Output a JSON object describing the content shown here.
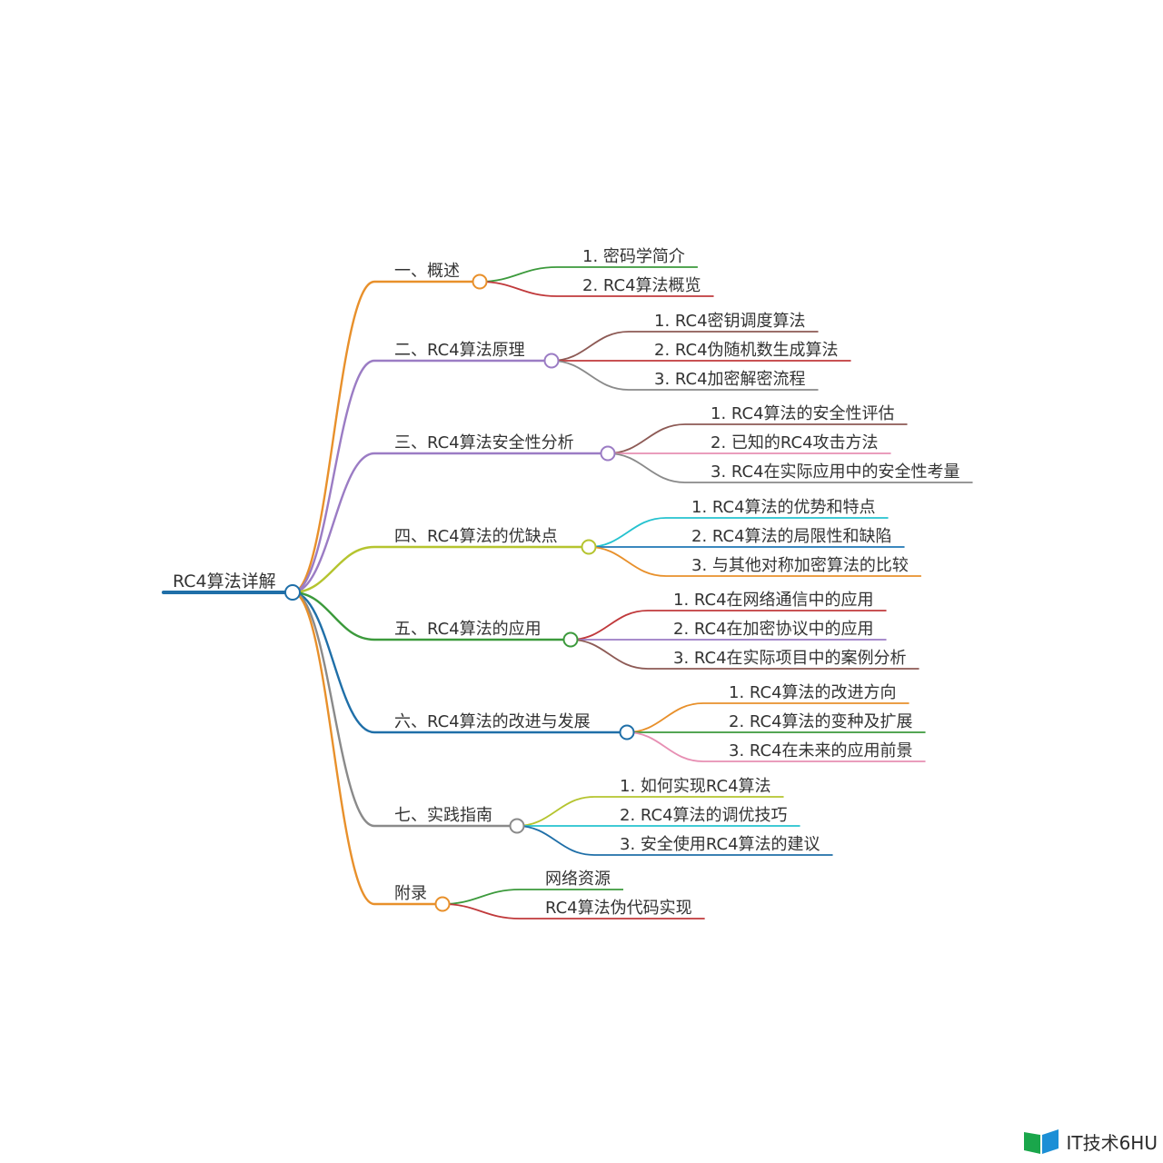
{
  "mindmap": {
    "root": {
      "label": "RC4算法详解",
      "color": "#1f6fa8"
    },
    "branches": [
      {
        "label": "一、概述",
        "color": "#e8902b",
        "children": [
          {
            "label": "1. 密码学简介",
            "color": "#3c9a3c"
          },
          {
            "label": "2. RC4算法概览",
            "color": "#c0393b"
          }
        ]
      },
      {
        "label": "二、RC4算法原理",
        "color": "#9b7cc4",
        "children": [
          {
            "label": "1. RC4密钥调度算法",
            "color": "#8d5a55"
          },
          {
            "label": "2. RC4伪随机数生成算法",
            "color": "#c0393b"
          },
          {
            "label": "3. RC4加密解密流程",
            "color": "#8a8a8a"
          }
        ]
      },
      {
        "label": "三、RC4算法安全性分析",
        "color": "#9b7cc4",
        "children": [
          {
            "label": "1. RC4算法的安全性评估",
            "color": "#8d5a55"
          },
          {
            "label": "2. 已知的RC4攻击方法",
            "color": "#e78fb3"
          },
          {
            "label": "3. RC4在实际应用中的安全性考量",
            "color": "#8a8a8a"
          }
        ]
      },
      {
        "label": "四、RC4算法的优缺点",
        "color": "#b5c42f",
        "children": [
          {
            "label": "1. RC4算法的优势和特点",
            "color": "#25c2cf"
          },
          {
            "label": "2. RC4算法的局限性和缺陷",
            "color": "#1f77b4"
          },
          {
            "label": "3. 与其他对称加密算法的比较",
            "color": "#e8902b"
          }
        ]
      },
      {
        "label": "五、RC4算法的应用",
        "color": "#3c9a3c",
        "children": [
          {
            "label": "1. RC4在网络通信中的应用",
            "color": "#c0393b"
          },
          {
            "label": "2. RC4在加密协议中的应用",
            "color": "#9b7cc4"
          },
          {
            "label": "3. RC4在实际项目中的案例分析",
            "color": "#8d5a55"
          }
        ]
      },
      {
        "label": "六、RC4算法的改进与发展",
        "color": "#1f6fa8",
        "children": [
          {
            "label": "1. RC4算法的改进方向",
            "color": "#e8902b"
          },
          {
            "label": "2. RC4算法的变种及扩展",
            "color": "#3c9a3c"
          },
          {
            "label": "3. RC4在未来的应用前景",
            "color": "#e78fb3"
          }
        ]
      },
      {
        "label": "七、实践指南",
        "color": "#8a8a8a",
        "children": [
          {
            "label": "1. 如何实现RC4算法",
            "color": "#b5c42f"
          },
          {
            "label": "2. RC4算法的调优技巧",
            "color": "#25c2cf"
          },
          {
            "label": "3. 安全使用RC4算法的建议",
            "color": "#1f6fa8"
          }
        ]
      },
      {
        "label": "附录",
        "color": "#e8902b",
        "children": [
          {
            "label": "网络资源",
            "color": "#3c9a3c"
          },
          {
            "label": "RC4算法伪代码实现",
            "color": "#c0393b"
          }
        ]
      }
    ]
  },
  "watermark": {
    "text": "IT技术6HU",
    "logo_icon": "book-logo-icon",
    "logo_colors": [
      "#1aa64b",
      "#1c8fd6"
    ]
  }
}
